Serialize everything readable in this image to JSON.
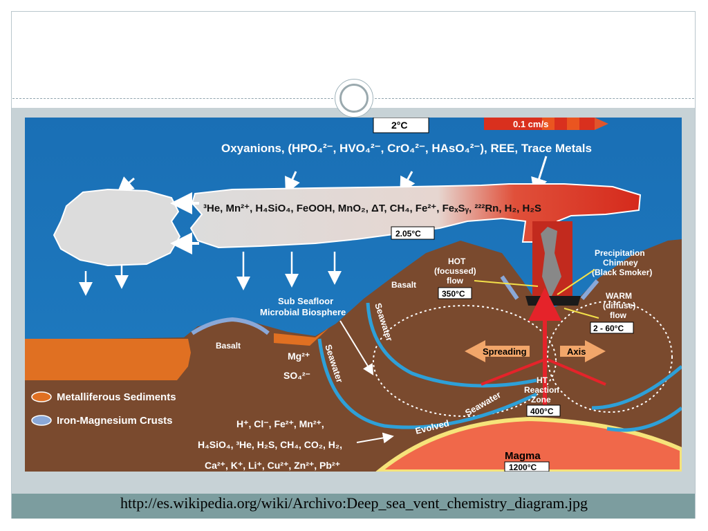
{
  "caption": "http://es.wikipedia.org/wiki/Archivo:Deep_sea_vent_chemistry_diagram.jpg",
  "colors": {
    "seawater": "#1f78bd",
    "seafloor": "#7a4a2e",
    "sediment": "#e07022",
    "plume_hot": "#d9301e",
    "magma": "#f0684a",
    "crust": "#8aa8d8",
    "footer": "#7c9d9f"
  },
  "labels": {
    "bottom_temp": "2°C",
    "flow_rate": "0.1 cm/s",
    "oxyanions": "Oxyanions, (HPO₄²⁻, HVO₄²⁻, CrO₄²⁻, HAsO₄²⁻), REE, Trace Metals",
    "plume_species": "³He, Mn²⁺, H₄SiO₄, FeOOH, MnO₂, ΔT, CH₄, Fe²⁺, FeₓSᵧ, ²²²Rn, H₂, H₂S",
    "plume_temp": "2.05°C",
    "basalt_right": "Basalt",
    "basalt_left": "Basalt",
    "hot_flow_line1": "HOT",
    "hot_flow_line2": "(focussed)",
    "hot_flow_line3": "flow",
    "hot_flow_temp": "350°C",
    "chimney_line1": "Precipitation",
    "chimney_line2": "Chimney",
    "chimney_line3": "(Black Smoker)",
    "warm_line1": "WARM",
    "warm_line2": "(diffuse)",
    "warm_line3": "flow",
    "warm_temp": "2 - 60°C",
    "biosphere_line1": "Sub Seafloor",
    "biosphere_line2": "Microbial Biosphere",
    "seawater_a": "Seawater",
    "seawater_b": "Seawater",
    "seawater_c": "Seawater",
    "evolved": "Evolved",
    "spreading": "Spreading",
    "axis": "Axis",
    "ht_line1": "HT",
    "ht_line2": "Reaction",
    "ht_line3": "Zone",
    "ht_temp": "400°C",
    "mg_line1": "Mg²⁺",
    "mg_line2": "SO₄²⁻",
    "legend_sediments": "Metalliferous Sediments",
    "legend_crusts": "Iron-Magnesium Crusts",
    "fluid_line1": "H⁺, Cl⁻, Fe²⁺, Mn²⁺,",
    "fluid_line2": "H₄SiO₄, ³He, H₂S, CH₄, CO₂, H₂,",
    "fluid_line3": "Ca²⁺, K⁺, Li⁺, Cu²⁺, Zn²⁺, Pb²⁺",
    "magma": "Magma",
    "magma_temp": "1200°C"
  }
}
